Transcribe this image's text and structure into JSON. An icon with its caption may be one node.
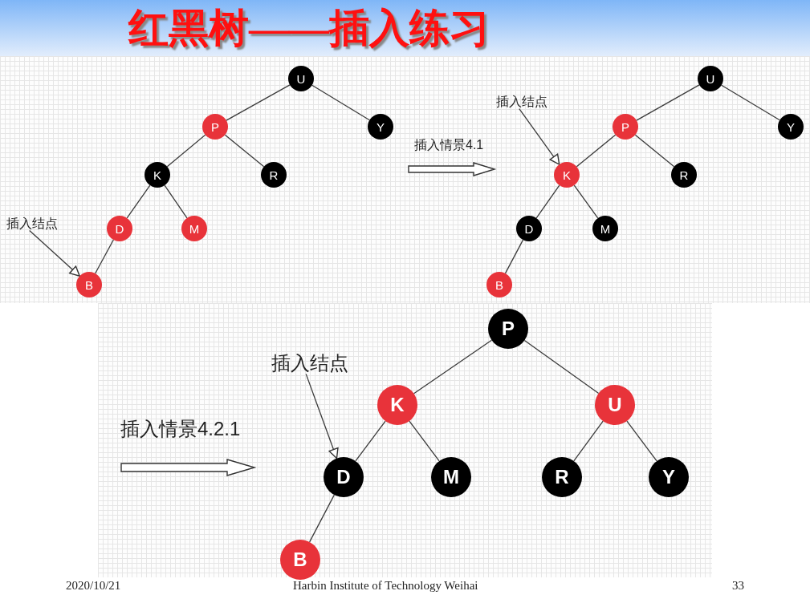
{
  "diagram": {
    "title": "红黑树——插入练习",
    "nodes": [
      {
        "text": [
          "U"
        ]
      },
      {
        "text": [
          "P"
        ]
      },
      {
        "text": [
          "Y"
        ]
      },
      {
        "text": [
          "K"
        ]
      },
      {
        "text": [
          "R"
        ]
      },
      {
        "text": [
          "D"
        ]
      },
      {
        "text": [
          "M"
        ]
      },
      {
        "text": [
          "B"
        ]
      },
      {
        "text": [
          "插入结点"
        ]
      },
      {
        "text": [
          "U"
        ]
      },
      {
        "text": [
          "P"
        ]
      },
      {
        "text": [
          "Y"
        ]
      },
      {
        "text": [
          "K"
        ]
      },
      {
        "text": [
          "R"
        ]
      },
      {
        "text": [
          "D"
        ]
      },
      {
        "text": [
          "M"
        ]
      },
      {
        "text": [
          "B"
        ]
      },
      {
        "text": [
          "插入结点"
        ]
      },
      {
        "text": [
          "P"
        ]
      },
      {
        "text": [
          "K"
        ]
      },
      {
        "text": [
          "U"
        ]
      },
      {
        "text": [
          "D"
        ]
      },
      {
        "text": [
          "M"
        ]
      },
      {
        "text": [
          "R"
        ]
      },
      {
        "text": [
          "Y"
        ]
      },
      {
        "text": [
          "B"
        ]
      },
      {
        "text": [
          "插入结点"
        ]
      }
    ],
    "edges": [
      {
        "from": 0,
        "to": 1,
        "arrow": "none"
      },
      {
        "from": 0,
        "to": 2,
        "arrow": "none"
      },
      {
        "from": 1,
        "to": 3,
        "arrow": "none"
      },
      {
        "from": 1,
        "to": 4,
        "arrow": "none"
      },
      {
        "from": 3,
        "to": 5,
        "arrow": "none"
      },
      {
        "from": 3,
        "to": 6,
        "arrow": "none"
      },
      {
        "from": 5,
        "to": 7,
        "arrow": "none"
      },
      {
        "from": 8,
        "to": 7,
        "arrow": "to"
      },
      {
        "from": 9,
        "to": 10,
        "arrow": "none"
      },
      {
        "from": 9,
        "to": 11,
        "arrow": "none"
      },
      {
        "from": 10,
        "to": 12,
        "arrow": "none"
      },
      {
        "from": 10,
        "to": 13,
        "arrow": "none"
      },
      {
        "from": 12,
        "to": 14,
        "arrow": "none"
      },
      {
        "from": 12,
        "to": 15,
        "arrow": "none"
      },
      {
        "from": 14,
        "to": 16,
        "arrow": "none"
      },
      {
        "from": 17,
        "to": 12,
        "arrow": "to"
      },
      {
        "from": 18,
        "to": 19,
        "arrow": "none"
      },
      {
        "from": 18,
        "to": 20,
        "arrow": "none"
      },
      {
        "from": 19,
        "to": 21,
        "arrow": "none"
      },
      {
        "from": 19,
        "to": 22,
        "arrow": "none"
      },
      {
        "from": 20,
        "to": 23,
        "arrow": "none"
      },
      {
        "from": 20,
        "to": 24,
        "arrow": "none"
      },
      {
        "from": 21,
        "to": 25,
        "arrow": "none"
      },
      {
        "from": 26,
        "to": 21,
        "arrow": "to"
      }
    ],
    "labels": [
      "插入情景4.1",
      "插入情景4.2.1",
      "2020/10/21",
      "Harbin Institute of Technology Weihai",
      "33"
    ]
  }
}
